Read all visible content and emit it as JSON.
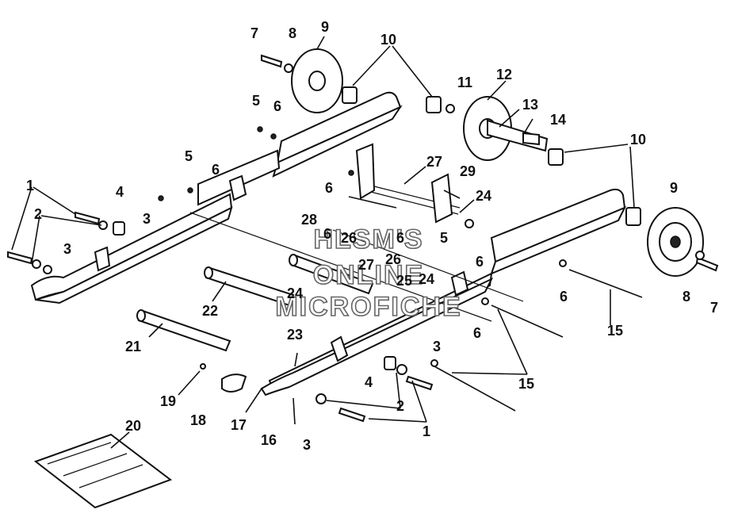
{
  "diagram": {
    "watermark_lines": [
      "HLSM'S",
      "ONLINE",
      "MICROFICHE"
    ],
    "callouts": [
      {
        "id": "c7a",
        "text": "7"
      },
      {
        "id": "c8a",
        "text": "8"
      },
      {
        "id": "c9a",
        "text": "9"
      },
      {
        "id": "c10a",
        "text": "10"
      },
      {
        "id": "c11",
        "text": "11"
      },
      {
        "id": "c12",
        "text": "12"
      },
      {
        "id": "c13",
        "text": "13"
      },
      {
        "id": "c14",
        "text": "14"
      },
      {
        "id": "c10b",
        "text": "10"
      },
      {
        "id": "c9b",
        "text": "9"
      },
      {
        "id": "c5a",
        "text": "5"
      },
      {
        "id": "c6a",
        "text": "6"
      },
      {
        "id": "c5b",
        "text": "5"
      },
      {
        "id": "c6b",
        "text": "6"
      },
      {
        "id": "c4a",
        "text": "4"
      },
      {
        "id": "c3a",
        "text": "3"
      },
      {
        "id": "c1a",
        "text": "1"
      },
      {
        "id": "c2a",
        "text": "2"
      },
      {
        "id": "c3b",
        "text": "3"
      },
      {
        "id": "c27a",
        "text": "27"
      },
      {
        "id": "c29",
        "text": "29"
      },
      {
        "id": "c6c",
        "text": "6"
      },
      {
        "id": "c24a",
        "text": "24"
      },
      {
        "id": "c28",
        "text": "28"
      },
      {
        "id": "c6d",
        "text": "6"
      },
      {
        "id": "c26a",
        "text": "26"
      },
      {
        "id": "c6e",
        "text": "6"
      },
      {
        "id": "c5c",
        "text": "5"
      },
      {
        "id": "c26b",
        "text": "26"
      },
      {
        "id": "c27b",
        "text": "27"
      },
      {
        "id": "c25",
        "text": "25"
      },
      {
        "id": "c24b",
        "text": "24"
      },
      {
        "id": "c6f",
        "text": "6"
      },
      {
        "id": "c24c",
        "text": "24"
      },
      {
        "id": "c22",
        "text": "22"
      },
      {
        "id": "c6g",
        "text": "6"
      },
      {
        "id": "c8b",
        "text": "8"
      },
      {
        "id": "c7b",
        "text": "7"
      },
      {
        "id": "c15a",
        "text": "15"
      },
      {
        "id": "c6h",
        "text": "6"
      },
      {
        "id": "c21",
        "text": "21"
      },
      {
        "id": "c23",
        "text": "23"
      },
      {
        "id": "c3c",
        "text": "3"
      },
      {
        "id": "c15b",
        "text": "15"
      },
      {
        "id": "c4b",
        "text": "4"
      },
      {
        "id": "c19",
        "text": "19"
      },
      {
        "id": "c2b",
        "text": "2"
      },
      {
        "id": "c18",
        "text": "18"
      },
      {
        "id": "c17",
        "text": "17"
      },
      {
        "id": "c1b",
        "text": "1"
      },
      {
        "id": "c20",
        "text": "20"
      },
      {
        "id": "c16",
        "text": "16"
      },
      {
        "id": "c3d",
        "text": "3"
      }
    ]
  }
}
